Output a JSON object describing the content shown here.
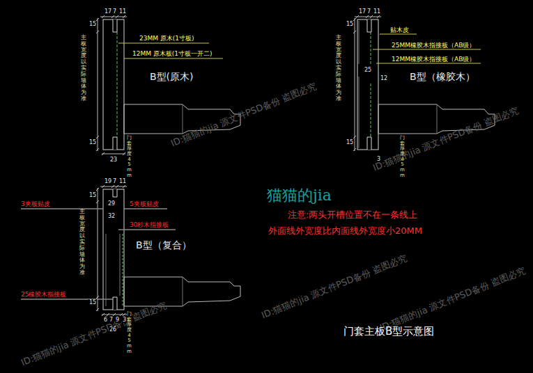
{
  "diagram": {
    "caption": "门套主板B型示意图",
    "labels": [
      "17",
      "7",
      "11",
      "23MM 原木(1寸板)",
      "12MM 原木板(1寸板一开二)",
      "B型(原木)",
      "主板宽度以实际墙体为准",
      "15",
      "15",
      "23",
      "门套厚度45mm",
      "17",
      "7",
      "11",
      "贴木皮",
      "25MM橡胶木指接板（AB级）",
      "12MM橡胶木指接板（AB级）",
      "25",
      "12",
      "B型（橡胶木）",
      "主板宽度以实际墙体为准",
      "15",
      "15",
      "3",
      "门套厚度45mm",
      "19",
      "7",
      "11",
      "3夹板贴皮",
      "29",
      "5夹板贴皮",
      "32",
      "30杉木指接板",
      "B型（复合）",
      "主板宽度以实际墙体为准",
      "15",
      "15",
      "25橡胶木指接板",
      "6",
      "7",
      "9",
      "3",
      "26",
      "门套厚度45mm",
      "猫猫的jia",
      "注意:两头开槽位置不在一条线上",
      "外面线外宽度比内面线外宽度小20MM",
      "ID:猫猫的jia 源文件PSD备份 盗图必究",
      "ID:猫猫的jia 源文件PSD备份 盗图必究",
      "ID:猫猫的jia 源文件PSD备份 盗图必究",
      "ID:猫猫的jia 源文件PSD备份 盗图必究",
      "ID:猫猫的jia 源文件PSD备份 盗图必究"
    ]
  }
}
